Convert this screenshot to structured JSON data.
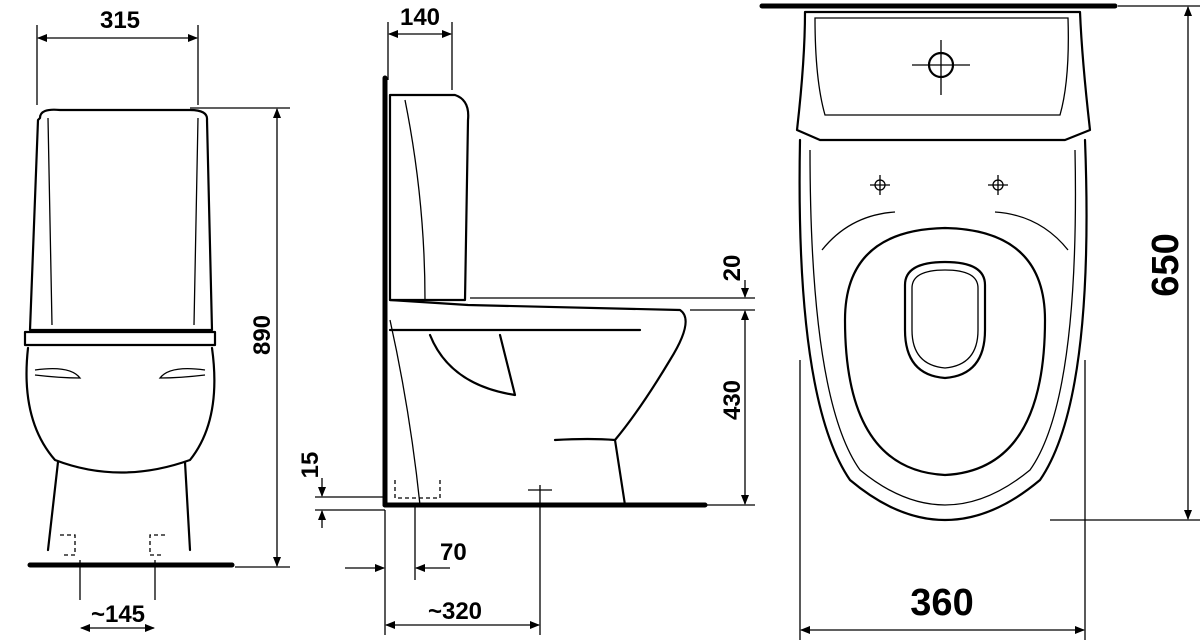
{
  "dimensions": {
    "front_width": "315",
    "total_height": "890",
    "outlet_spacing": "~145",
    "tank_depth": "140",
    "seat_offset": "20",
    "seat_height": "430",
    "outlet_height": "15",
    "outlet_offset": "70",
    "side_depth": "~320",
    "top_width": "360",
    "top_length": "650"
  }
}
